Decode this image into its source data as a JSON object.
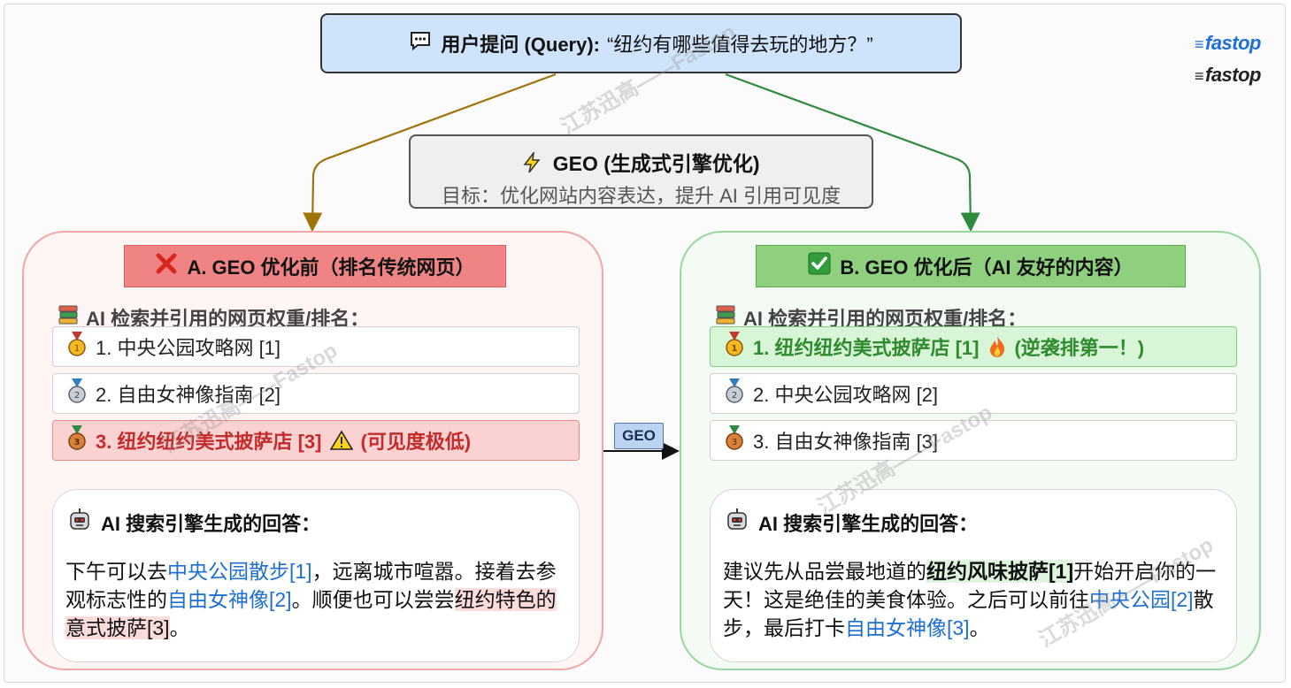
{
  "query": {
    "label": "用户提问 (Query):",
    "text": "“纽约有哪些值得去玩的地方？”"
  },
  "logos": [
    "fastop",
    "fastop"
  ],
  "geo_box": {
    "title": "GEO (生成式引擎优化)",
    "subtitle": "目标：优化网站内容表达，提升 AI 引用可见度"
  },
  "transition_label": "GEO",
  "panel_a": {
    "header": "A. GEO 优化前（排名传统网页）",
    "rank_title": "AI 检索并引用的网页权重/排名：",
    "rows": [
      {
        "text": "1. 中央公园攻略网 [1]",
        "medal": "gold-medal"
      },
      {
        "text": "2. 自由女神像指南 [2]",
        "medal": "silver-medal"
      },
      {
        "text": "3. 纽约纽约美式披萨店 [3]",
        "medal": "bronze-medal",
        "extra": "(可见度极低)"
      }
    ],
    "answer_title": "AI 搜索引擎生成的回答：",
    "answer": {
      "p1": "下午可以去",
      "l1": "中央公园散步[1]",
      "p2": "，远离城市喧嚣。接着去参观标志性的",
      "l2": "自由女神像[2]",
      "p3": "。顺便也可以尝尝",
      "h1": "纽约特色的意式披萨[3]",
      "p4": "。"
    }
  },
  "panel_b": {
    "header": "B. GEO 优化后（AI 友好的内容）",
    "rank_title": "AI 检索并引用的网页权重/排名：",
    "rows": [
      {
        "text": "1. 纽约纽约美式披萨店 [1]",
        "medal": "gold-medal",
        "extra": "(逆袭排第一！)"
      },
      {
        "text": "2. 中央公园攻略网 [2]",
        "medal": "silver-medal"
      },
      {
        "text": "3. 自由女神像指南 [3]",
        "medal": "bronze-medal"
      }
    ],
    "answer_title": "AI 搜索引擎生成的回答：",
    "answer": {
      "p1": "建议先从品尝最地道的",
      "h1": "纽约风味披萨[1]",
      "p2": "开始开启你的一天！这是绝佳的美食体验。之后可以前往",
      "l1": "中央公园[2]",
      "p3": "散步，最后打卡",
      "l2": "自由女神像[3]",
      "p4": "。"
    }
  },
  "watermark": "江苏迅高——Fastop",
  "colors": {
    "query_bg": "#cfe4fb",
    "panel_a_header": "#f08484",
    "panel_b_header": "#8fd07e",
    "arrow_left": "#a0720a",
    "arrow_right": "#2e8b3e",
    "link": "#1f6fd0"
  }
}
